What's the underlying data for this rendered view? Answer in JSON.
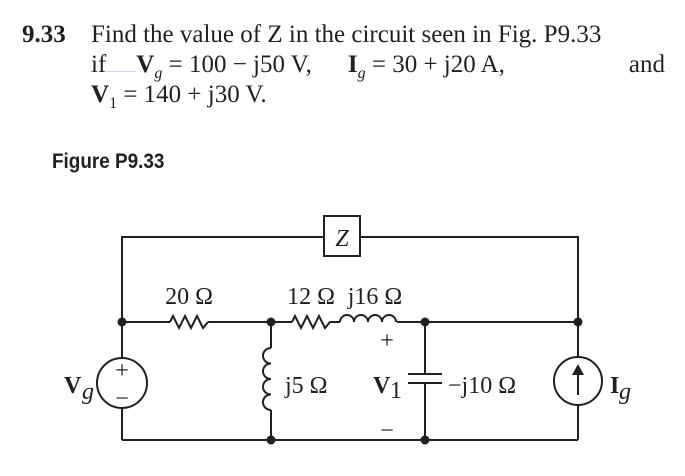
{
  "problem": {
    "number": "9.33",
    "line1": "Find the value of Z in the circuit seen in Fig. P9.33",
    "if_word": "if",
    "vg_symbol": "V",
    "vg_sub": "g",
    "vg_value": " = 100 − j50 V,",
    "ig_symbol": "I",
    "ig_sub": "g",
    "ig_value": " = 30 + j20 A,",
    "and_word": "and",
    "v1_symbol": "V",
    "v1_sub": "1",
    "v1_value": " = 140 + j30 V."
  },
  "figure": {
    "title": "Figure P9.33",
    "z_label": "Z",
    "r20_label": "20 Ω",
    "r12_label": "12 Ω",
    "l16_label": "j16 Ω",
    "l5_label": "j5 Ω",
    "cap_label": "−j10 Ω",
    "plus_mark": "+",
    "minus_mark": "−",
    "vg_label": "V",
    "vg_sub": "g",
    "v1_label": "V",
    "v1_sub": "1",
    "ig_label": "I",
    "ig_sub": "g",
    "src_plus": "+",
    "src_minus": "−"
  },
  "colors": {
    "text": "#231f20",
    "wire": "#231f20",
    "link_underline": "#c8d8ea"
  }
}
